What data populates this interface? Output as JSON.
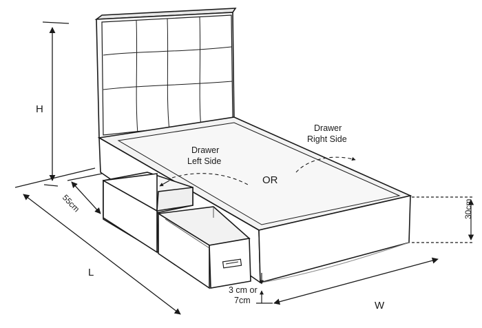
{
  "labels": {
    "height": "H",
    "length": "L",
    "width": "W",
    "drawer_depth": "55cm",
    "base_height": "30cm",
    "clearance_line1": "3 cm or",
    "clearance_line2": "7cm",
    "drawer_left_line1": "Drawer",
    "drawer_left_line2": "Left Side",
    "drawer_right_line1": "Drawer",
    "drawer_right_line2": "Right Side",
    "or": "OR"
  },
  "colors": {
    "line": "#1a1a1a",
    "mattress_top": "#f3f3f3",
    "headboard": "#fafafa",
    "shadow_gray": "#d9d9d9"
  }
}
